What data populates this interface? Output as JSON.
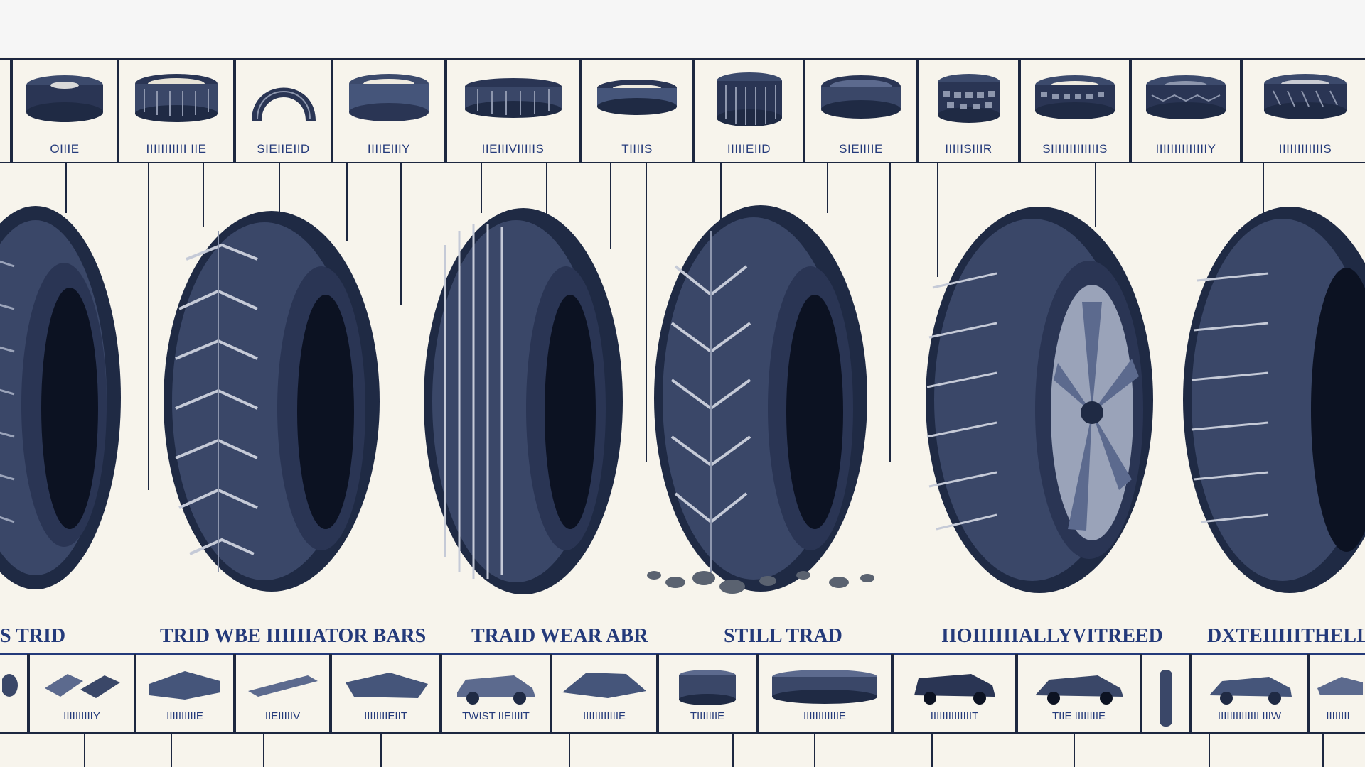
{
  "top_cells": [
    {
      "label": "OIIIE",
      "icon": "flat-tire-icon"
    },
    {
      "label": "IIIIIIIIIII IIE",
      "icon": "tire-tread-icon"
    },
    {
      "label": "SIEIIEIID",
      "icon": "arch-tire-icon"
    },
    {
      "label": "IIIIEIIIY",
      "icon": "tire-side-icon"
    },
    {
      "label": "IIEIIIVIIIIIS",
      "icon": "wide-tire-icon"
    },
    {
      "label": "TIIIIS",
      "icon": "slim-tire-icon"
    },
    {
      "label": "IIIIIEIID",
      "icon": "tall-tire-icon"
    },
    {
      "label": "SIEIIIIE",
      "icon": "ring-tire-icon"
    },
    {
      "label": "IIIIISIIIR",
      "icon": "block-tire-icon"
    },
    {
      "label": "SIIIIIIIIIIIIIS",
      "icon": "knobby-tire-icon"
    },
    {
      "label": "IIIIIIIIIIIIIIY",
      "icon": "pattern-tire-icon"
    },
    {
      "label": "IIIIIIIIIIIIS",
      "icon": "winter-tire-icon"
    }
  ],
  "captions": [
    "S TRID",
    "TRID WBE IIIIIIATOR BARS",
    "TRAID WEAR ABR",
    "STILL TRAD",
    "IIOIIIIIIALLYVITREED",
    "DXTEIIIIITHELLYTR"
  ],
  "bottom_cells": [
    {
      "label": "",
      "icon": "tread-piece-icon"
    },
    {
      "label": "IIIIIIIIIIY",
      "icon": "tread-pair-icon"
    },
    {
      "label": "IIIIIIIIIIE",
      "icon": "tread-block-icon"
    },
    {
      "label": "IIEIIIIIV",
      "icon": "tread-strip-icon"
    },
    {
      "label": "IIIIIIIIEIIT",
      "icon": "tread-slab-icon"
    },
    {
      "label": "TWIST IIEIIIIT",
      "icon": "car-icon"
    },
    {
      "label": "IIIIIIIIIIIIE",
      "icon": "tread-sheet-icon"
    },
    {
      "label": "TIIIIIIIE",
      "icon": "tire-roll-icon"
    },
    {
      "label": "IIIIIIIIIIIIE",
      "icon": "tread-long-icon"
    },
    {
      "label": "IIIIIIIIIIIIIIT",
      "icon": "suv-icon"
    },
    {
      "label": "TIIE IIIIIIIIE",
      "icon": "sedan-icon"
    },
    {
      "label": "",
      "icon": "valve-icon"
    },
    {
      "label": "IIIIIIIIIIIIII IIIW",
      "icon": "coupe-icon"
    },
    {
      "label": "IIIIIIII",
      "icon": "tread-chunk-icon"
    }
  ],
  "colors": {
    "ink": "#1d2740",
    "label": "#243a7a",
    "paper": "#f7f4ec",
    "tire": "#1f2a44"
  }
}
